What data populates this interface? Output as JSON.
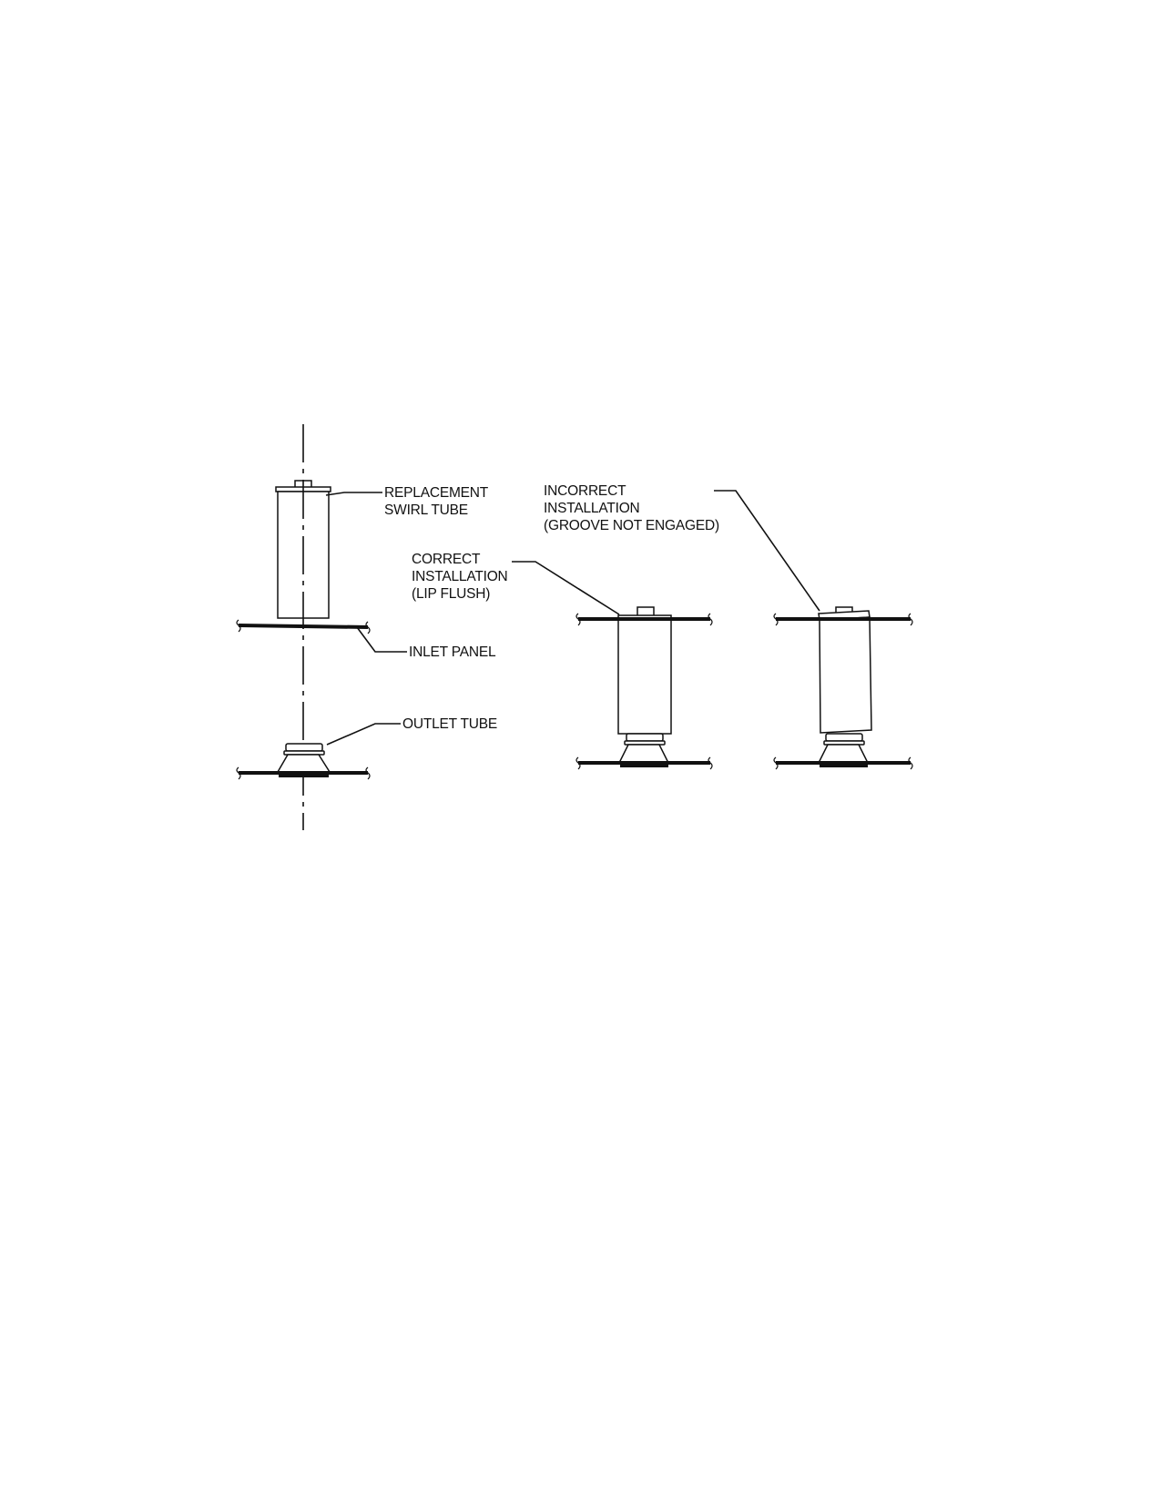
{
  "labels": {
    "replacement_swirl_tube": [
      "REPLACEMENT",
      "SWIRL TUBE"
    ],
    "inlet_panel": "INLET PANEL",
    "outlet_tube": "OUTLET TUBE",
    "correct_installation": [
      "CORRECT",
      "INSTALLATION",
      "(LIP FLUSH)"
    ],
    "incorrect_installation": [
      "INCORRECT",
      "INSTALLATION",
      "(GROOVE NOT ENGAGED)"
    ]
  },
  "colors": {
    "ink": "#111111",
    "paper": "#ffffff"
  }
}
